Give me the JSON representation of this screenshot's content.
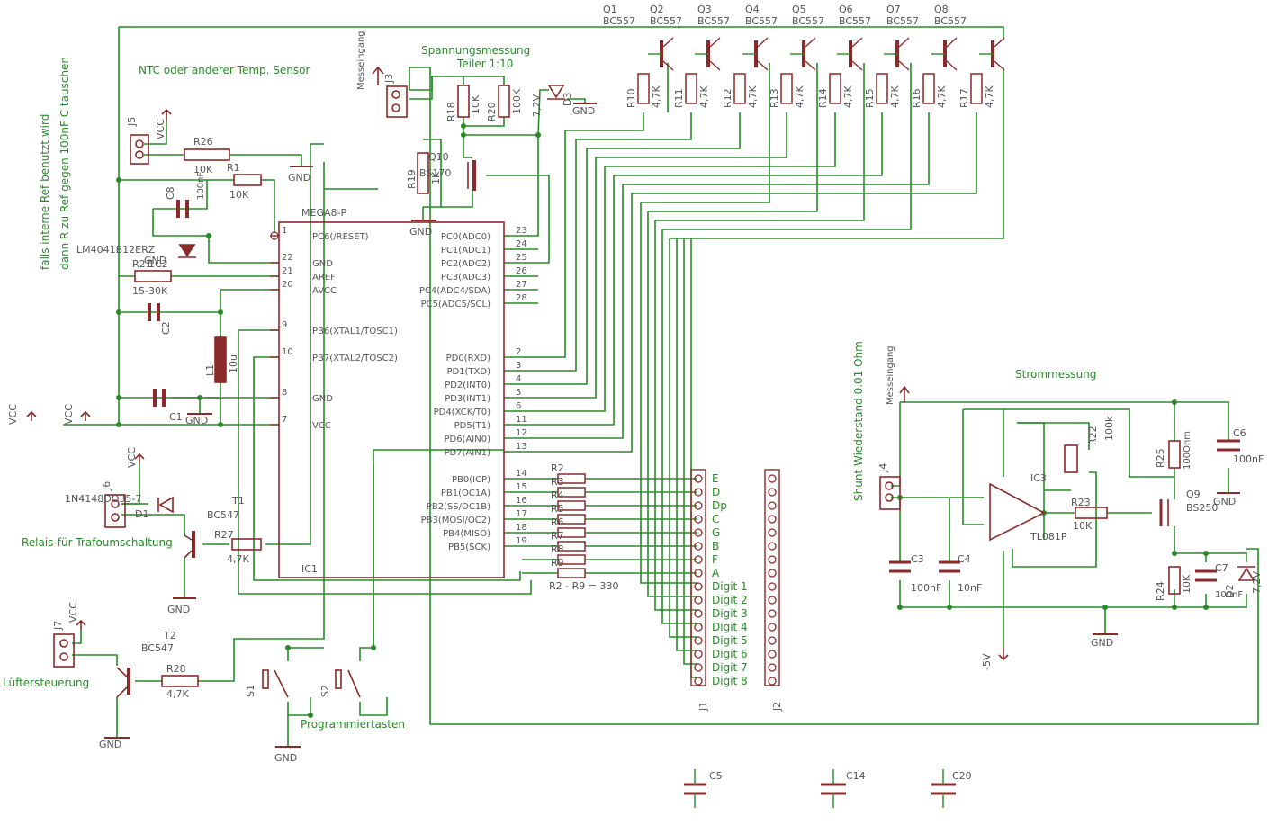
{
  "title_notes": {
    "ntc": "NTC oder anderer Temp. Sensor",
    "ref_line1": "falls interne Ref benutzt wird",
    "ref_line2": "dann R zu Ref gegen 100nF C tauschen",
    "spannung": "Spannungsmessung",
    "teiler": "Teiler 1:10",
    "strom": "Strommessung",
    "shunt": "Shunt-Wiederstand 0.01 Ohm",
    "relais": "Relais-für Trafoumschaltung",
    "luefter": "Lüftersteuerung",
    "prog": "Programmiertasten",
    "r_values": "R2 - R9 = 330"
  },
  "ic1": {
    "name": "MEGA8-P",
    "ref": "IC1",
    "left_pins": [
      {
        "num": "1",
        "label": "PC6(/RESET)"
      },
      {
        "num": "22",
        "label": "GND"
      },
      {
        "num": "21",
        "label": "AREF"
      },
      {
        "num": "20",
        "label": "AVCC"
      },
      {
        "num": "9",
        "label": "PB6(XTAL1/TOSC1)"
      },
      {
        "num": "10",
        "label": "PB7(XTAL2/TOSC2)"
      },
      {
        "num": "8",
        "label": "GND"
      },
      {
        "num": "7",
        "label": "VCC"
      }
    ],
    "right_pins": [
      {
        "num": "23",
        "label": "PC0(ADC0)"
      },
      {
        "num": "24",
        "label": "PC1(ADC1)"
      },
      {
        "num": "25",
        "label": "PC2(ADC2)"
      },
      {
        "num": "26",
        "label": "PC3(ADC3)"
      },
      {
        "num": "27",
        "label": "PC4(ADC4/SDA)"
      },
      {
        "num": "28",
        "label": "PC5(ADC5/SCL)"
      },
      {
        "num": "2",
        "label": "PD0(RXD)"
      },
      {
        "num": "3",
        "label": "PD1(TXD)"
      },
      {
        "num": "4",
        "label": "PD2(INT0)"
      },
      {
        "num": "5",
        "label": "PD3(INT1)"
      },
      {
        "num": "6",
        "label": "PD4(XCK/T0)"
      },
      {
        "num": "11",
        "label": "PD5(T1)"
      },
      {
        "num": "12",
        "label": "PD6(AIN0)"
      },
      {
        "num": "13",
        "label": "PD7(AIN1)"
      },
      {
        "num": "14",
        "label": "PB0(ICP)"
      },
      {
        "num": "15",
        "label": "PB1(OC1A)"
      },
      {
        "num": "16",
        "label": "PB2(SS/OC1B)"
      },
      {
        "num": "17",
        "label": "PB3(MOSI/OC2)"
      },
      {
        "num": "18",
        "label": "PB4(MISO)"
      },
      {
        "num": "19",
        "label": "PB5(SCK)"
      }
    ]
  },
  "transistors_top": [
    {
      "ref": "Q1",
      "type": "BC557"
    },
    {
      "ref": "Q2",
      "type": "BC557"
    },
    {
      "ref": "Q3",
      "type": "BC557"
    },
    {
      "ref": "Q4",
      "type": "BC557"
    },
    {
      "ref": "Q5",
      "type": "BC557"
    },
    {
      "ref": "Q6",
      "type": "BC557"
    },
    {
      "ref": "Q7",
      "type": "BC557"
    },
    {
      "ref": "Q8",
      "type": "BC557"
    }
  ],
  "digit_resistors": [
    {
      "ref": "R10",
      "value": "4,7K"
    },
    {
      "ref": "R11",
      "value": "4,7K"
    },
    {
      "ref": "R12",
      "value": "4,7K"
    },
    {
      "ref": "R13",
      "value": "4,7K"
    },
    {
      "ref": "R14",
      "value": "4,7K"
    },
    {
      "ref": "R15",
      "value": "4,7K"
    },
    {
      "ref": "R16",
      "value": "4,7K"
    },
    {
      "ref": "R17",
      "value": "4,7K"
    }
  ],
  "seg_resistors": [
    "R2",
    "R3",
    "R4",
    "R5",
    "R6",
    "R7",
    "R8",
    "R9"
  ],
  "j1_labels": [
    "E",
    "D",
    "Dp",
    "C",
    "G",
    "B",
    "F",
    "A",
    "Digit 1",
    "Digit 2",
    "Digit 3",
    "Digit 4",
    "Digit 5",
    "Digit 6",
    "Digit 7",
    "Digit 8"
  ],
  "parts": {
    "r26": "R26",
    "r26v": "10K",
    "r1": "R1",
    "r1v": "10K",
    "c8": "C8",
    "c8v": "100nF",
    "lm": "LM4041B12ERZ",
    "r21": "R21",
    "r21a": "1C2",
    "r21v": "15-30K",
    "c2": "C2",
    "l1": "L1",
    "l1v": "10u",
    "c1": "C1",
    "j5": "J5",
    "j3": "J3",
    "messe": "Messeingang",
    "r18": "R18",
    "r18v": "10K",
    "r20": "R20",
    "r20v": "100K",
    "d3": "D3",
    "d3v": "7,2V",
    "q10": "Q10",
    "q10v": "BS170",
    "r19": "R19",
    "r19v": "1K",
    "j6": "J6",
    "d1": "D1",
    "d1v": "1N4148DO35-7",
    "t1": "T1",
    "t1v": "BC547",
    "r27": "R27",
    "r27v": "4,7K",
    "j7": "J7",
    "t2": "T2",
    "t2v": "BC547",
    "r28": "R28",
    "r28v": "4,7K",
    "s1": "S1",
    "s2": "S2",
    "j1": "J1",
    "j2": "J2",
    "c5": "C5",
    "c14": "C14",
    "c20": "C20",
    "j4": "J4",
    "ic3": "IC3",
    "ic3v": "TL081P",
    "r22": "R22",
    "r22v": "100k",
    "r23": "R23",
    "r23v": "10K",
    "r25": "R25",
    "r25v": "100Ohm",
    "c6": "C6",
    "c6v": "100nF",
    "q9": "Q9",
    "q9v": "BS250",
    "c3": "C3",
    "c3v": "100nF",
    "c4": "C4",
    "c4v": "10nF",
    "r24": "R24",
    "r24v": "10K",
    "c7": "C7",
    "c7v": "100nF",
    "d2": "D2",
    "d2v": "7,2V",
    "neg5": "-5V"
  },
  "net": {
    "gnd": "GND",
    "vcc": "VCC"
  },
  "colors": {
    "wire": "#2a8a2a",
    "part": "#8b2a2a",
    "text": "#555555"
  }
}
